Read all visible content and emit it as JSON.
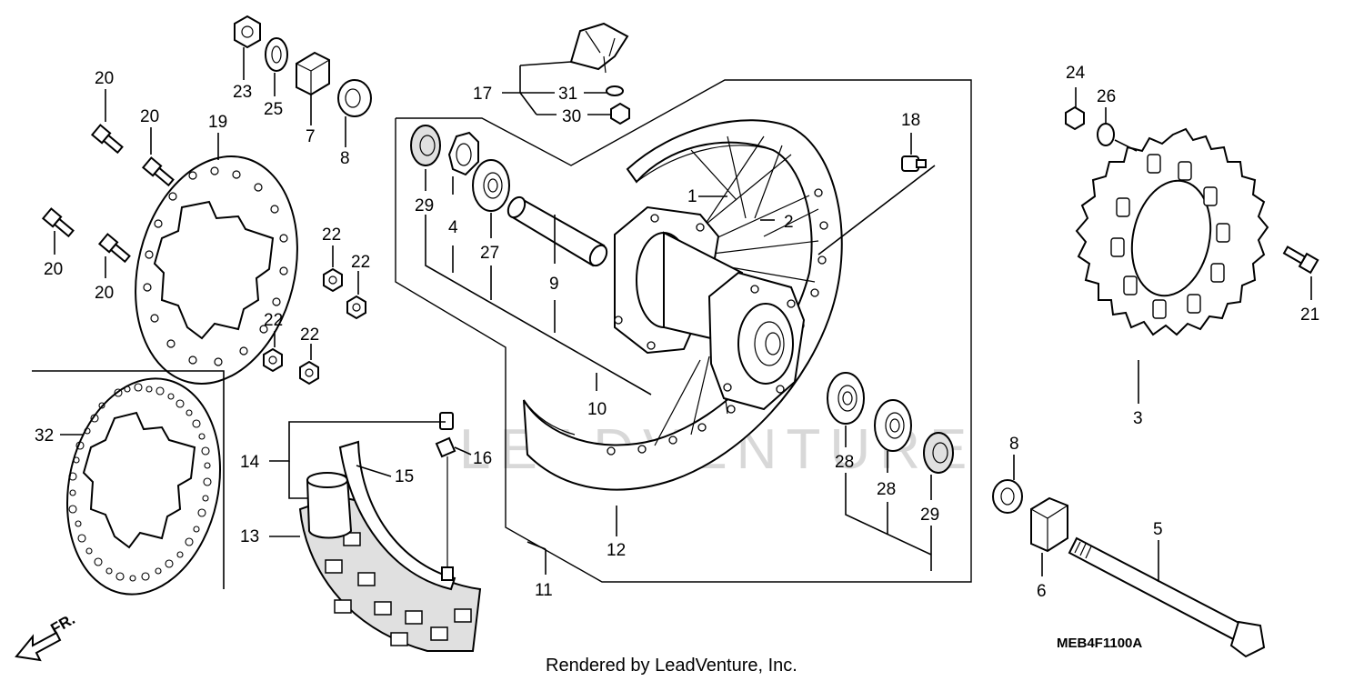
{
  "diagram": {
    "callouts": {
      "c1": "1",
      "c2": "2",
      "c3": "3",
      "c4": "4",
      "c5": "5",
      "c6": "6",
      "c7": "7",
      "c8a": "8",
      "c8b": "8",
      "c9": "9",
      "c10": "10",
      "c11": "11",
      "c12": "12",
      "c13": "13",
      "c14": "14",
      "c15": "15",
      "c16": "16",
      "c17": "17",
      "c18": "18",
      "c19": "19",
      "c20a": "20",
      "c20b": "20",
      "c20c": "20",
      "c20d": "20",
      "c21": "21",
      "c22a": "22",
      "c22b": "22",
      "c22c": "22",
      "c22d": "22",
      "c23": "23",
      "c24": "24",
      "c25": "25",
      "c26": "26",
      "c27": "27",
      "c28a": "28",
      "c28b": "28",
      "c29a": "29",
      "c29b": "29",
      "c30": "30",
      "c31": "31",
      "c32": "32"
    },
    "direction_label": "FR.",
    "diagram_code": "MEB4F1100A",
    "watermark": "LEADVENTURE",
    "credit": "Rendered by LeadVenture, Inc."
  }
}
